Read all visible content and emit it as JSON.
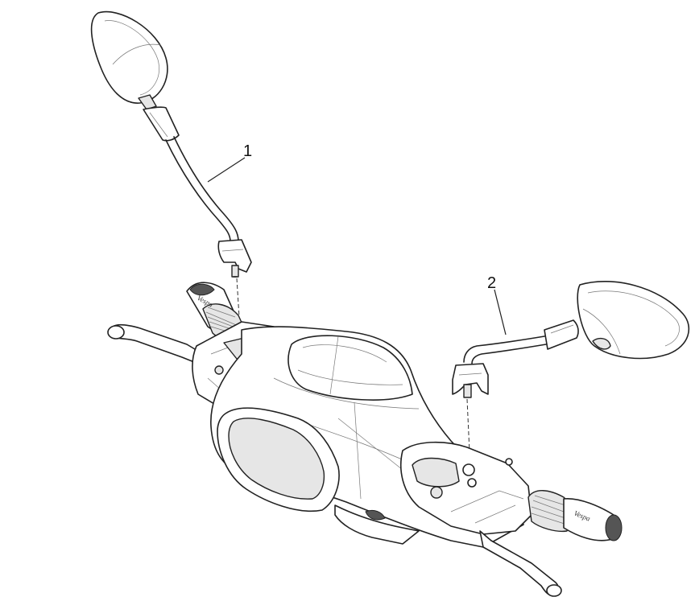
{
  "callouts": [
    {
      "id": "left-mirror",
      "label": "1"
    },
    {
      "id": "right-mirror",
      "label": "2"
    }
  ],
  "grip_text": "Vespa"
}
